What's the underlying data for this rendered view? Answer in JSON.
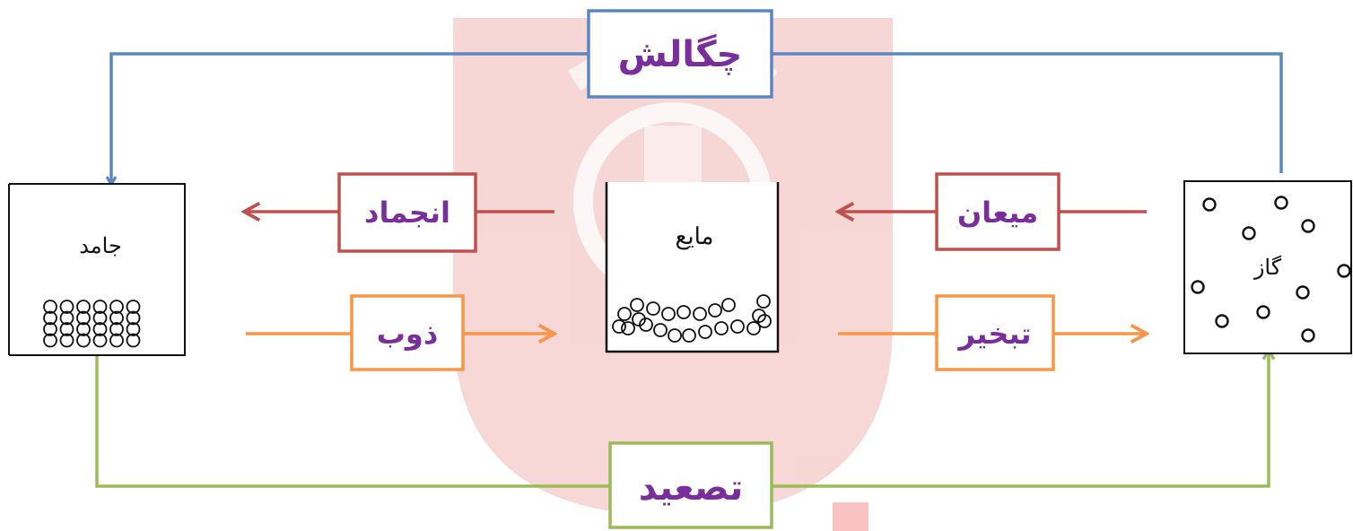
{
  "states": {
    "solid": "جامد",
    "liquid": "مایع",
    "gas": "گاز"
  },
  "processes": {
    "condensation": "چگالش",
    "freezing": "انجماد",
    "melting": "ذوب",
    "liquefaction": "میعان",
    "evaporation": "تبخیر",
    "sublimation": "تصعید"
  },
  "colors": {
    "condensation": "#5b86c3",
    "freezing_liquefaction": "#c0504d",
    "melting_evaporation": "#f79646",
    "sublimation": "#9bbb59",
    "label_text": "#7a2e9c",
    "watermark": "#f4b7b7"
  }
}
